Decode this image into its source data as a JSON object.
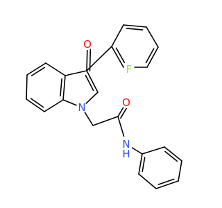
{
  "molecule": {
    "colors": {
      "bond": "#000000",
      "O": "#ff0d0d",
      "N": "#3050f8",
      "F": "#90e050",
      "H": "#3050f8"
    },
    "atoms": {
      "O1": {
        "element": "O",
        "label": "O"
      },
      "F1": {
        "element": "F",
        "label": "F"
      },
      "N1": {
        "element": "N",
        "label": "N"
      },
      "O2": {
        "element": "O",
        "label": "O"
      },
      "N2": {
        "element": "N",
        "label": "N"
      },
      "H2": {
        "element": "H",
        "label": "H"
      }
    }
  }
}
